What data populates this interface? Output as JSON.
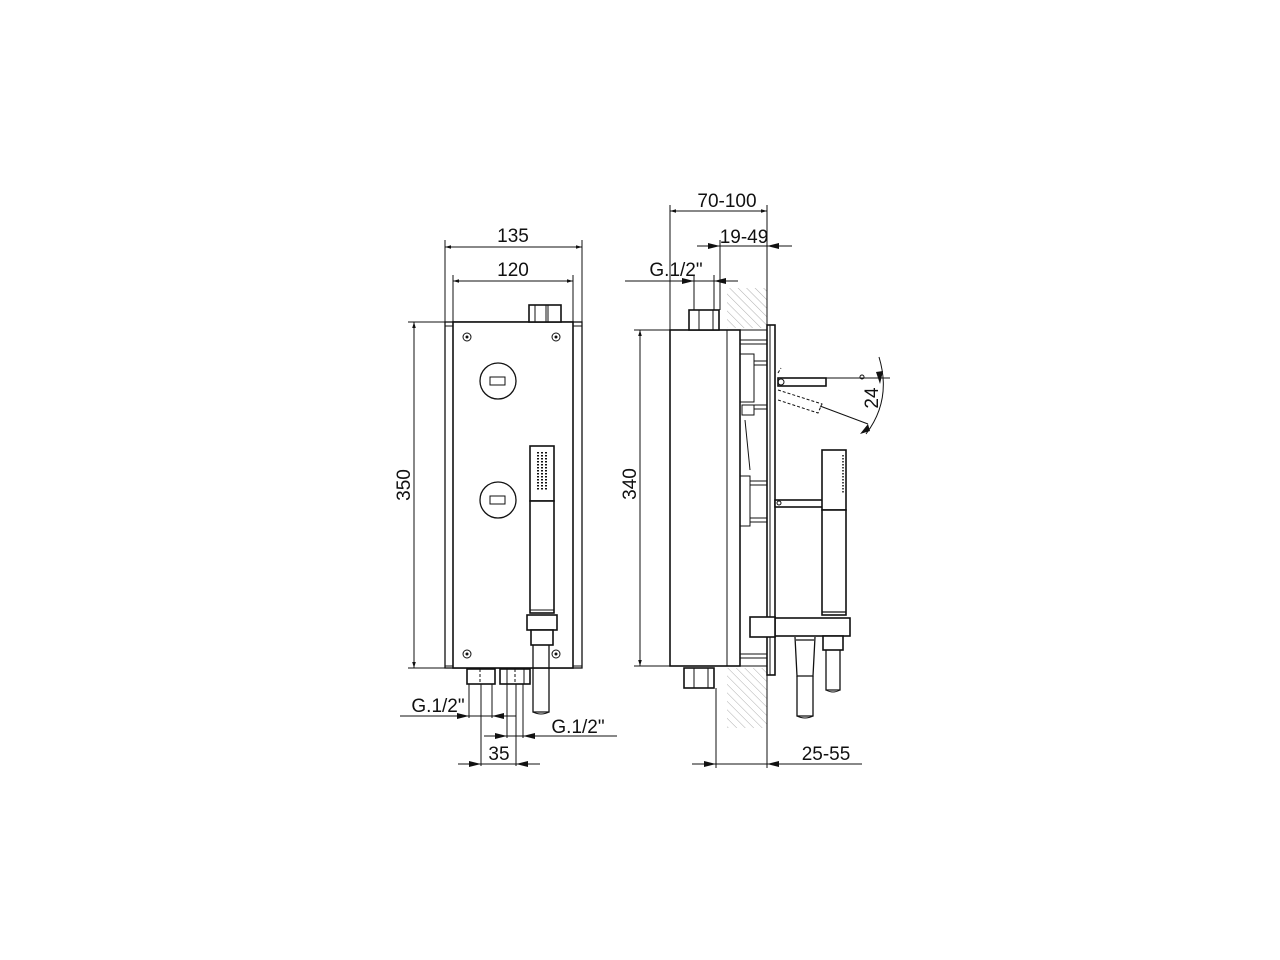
{
  "drawing": {
    "type": "technical-dimension-drawing",
    "subject": "concealed shower mixer with hand shower",
    "line_color": "#111111",
    "hatch_color": "#999999",
    "background": "#ffffff"
  },
  "front_view": {
    "dimensions": {
      "overall_width": "135",
      "plate_width": "120",
      "height": "350",
      "inlet_left": "G.1/2\"",
      "inlet_right": "G.1/2\"",
      "inlet_spacing": "35"
    },
    "features": [
      "mounting-screw",
      "mounting-screw",
      "mounting-screw",
      "mounting-screw",
      "control-knob-upper",
      "control-knob-lower",
      "hand-shower",
      "hose-connector",
      "top-outlet",
      "bottom-inlets"
    ]
  },
  "side_view": {
    "dimensions": {
      "total_depth": "70-100",
      "adjustable_depth": "19-49",
      "top_outlet": "G.1/2\"",
      "body_height": "340",
      "wall_offset": "25-55",
      "lever_angle": "24"
    },
    "features": [
      "wall-section-hatch-top",
      "wall-section-hatch-bottom",
      "body-box",
      "cover-plate",
      "lever-handle",
      "hand-shower-holder",
      "hose-outlets"
    ]
  }
}
